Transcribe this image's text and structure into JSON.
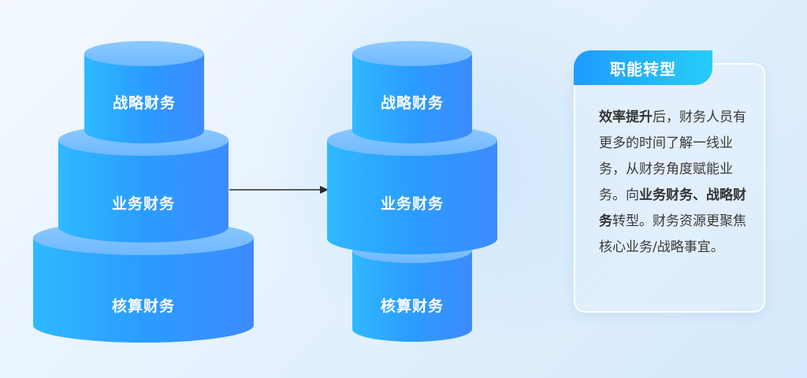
{
  "left_stack": {
    "top_label": "战略财务",
    "middle_label": "业务财务",
    "bottom_label": "核算财务"
  },
  "right_stack": {
    "top_label": "战略财务",
    "middle_label": "业务财务",
    "bottom_label": "核算财务"
  },
  "card": {
    "title": "职能转型",
    "text_segments": [
      {
        "text": "效率提升",
        "bold": true
      },
      {
        "text": "后，财务人员有更多的时间了解一线业务，从财务角度赋能业务。向",
        "bold": false
      },
      {
        "text": "业务财务、战略财务",
        "bold": true
      },
      {
        "text": "转型。财务资源更聚焦核心业务/战略事宜。",
        "bold": false
      }
    ]
  },
  "colors": {
    "cylinder_body": "#2b9cff",
    "cylinder_top": "#7bbfff",
    "card_tab": "#1f9bff",
    "arrow": "#2b2b2b"
  }
}
